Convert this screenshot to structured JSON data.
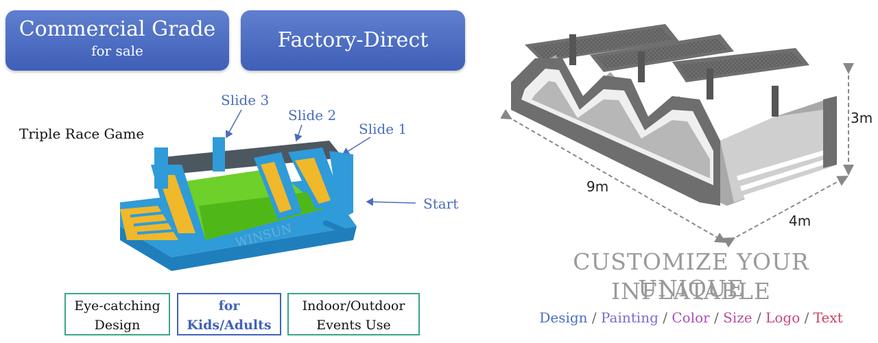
{
  "header": {
    "pill1_title": "Commercial Grade",
    "pill1_sub": "for sale",
    "pill2_title": "Factory-Direct"
  },
  "product": {
    "caption": "Triple Race Game",
    "labels": {
      "slide3": "Slide 3",
      "slide2": "Slide 2",
      "slide1": "Slide 1",
      "start": "Start"
    },
    "watermark": "WINSUN"
  },
  "features": [
    {
      "line1": "Eye-catching",
      "line2": "Design"
    },
    {
      "line1": "for",
      "line2": "Kids/Adults"
    },
    {
      "line1": "Indoor/Outdoor",
      "line2": "Events Use"
    }
  ],
  "diagram": {
    "dims": {
      "height": "3m",
      "length": "9m",
      "width": "4m"
    }
  },
  "customize": {
    "line1": "CUSTOMIZE YOUR UNIQUE",
    "line2": "INFLATABLE",
    "options": [
      {
        "label": "Design",
        "color": "#4a6cbf"
      },
      {
        "label": "Painting",
        "color": "#7a6ad0"
      },
      {
        "label": "Color",
        "color": "#a84fb8"
      },
      {
        "label": "Size",
        "color": "#b84fa0"
      },
      {
        "label": "Logo",
        "color": "#c24a80"
      },
      {
        "label": "Text",
        "color": "#c8405e"
      }
    ],
    "separator": " / ",
    "separator_color": "#666666"
  }
}
